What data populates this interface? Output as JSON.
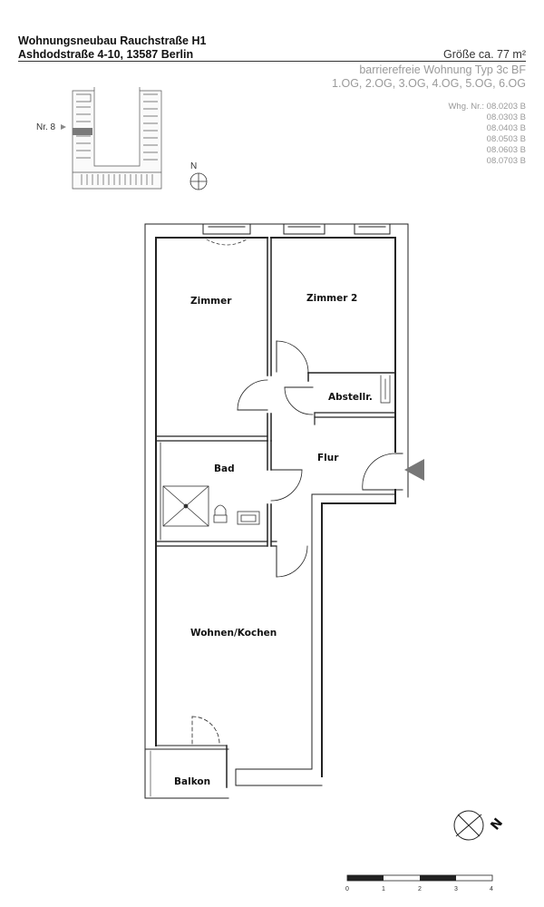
{
  "header": {
    "project_line": "Wohnungsneubau Rauchstraße H1",
    "address_line": "Ashdodstraße 4-10, 13587 Berlin",
    "size": "Größe ca. 77 m²",
    "type": "barrierefreie Wohnung Typ 3c BF",
    "floors": "1.OG, 2.OG, 3.OG, 4.OG, 5.OG, 6.OG"
  },
  "units": {
    "prefix": "Whg. Nr.: ",
    "numbers": [
      "08.0203 B",
      "08.0303 B",
      "08.0403 B",
      "08.0503 B",
      "08.0603 B",
      "08.0703 B"
    ]
  },
  "keyplan": {
    "label": "Nr. 8",
    "north": "N"
  },
  "rooms": {
    "zimmer": "Zimmer",
    "zimmer2": "Zimmer 2",
    "abstell": "Abstellr.",
    "bad": "Bad",
    "flur": "Flur",
    "wohnen": "Wohnen/Kochen",
    "balkon": "Balkon"
  },
  "compass": {
    "label": "N"
  },
  "scale": {
    "ticks": [
      "0",
      "1",
      "2",
      "3",
      "4"
    ]
  },
  "colors": {
    "line": "#222222",
    "muted": "#9a9a9a",
    "marker": "#777777"
  }
}
